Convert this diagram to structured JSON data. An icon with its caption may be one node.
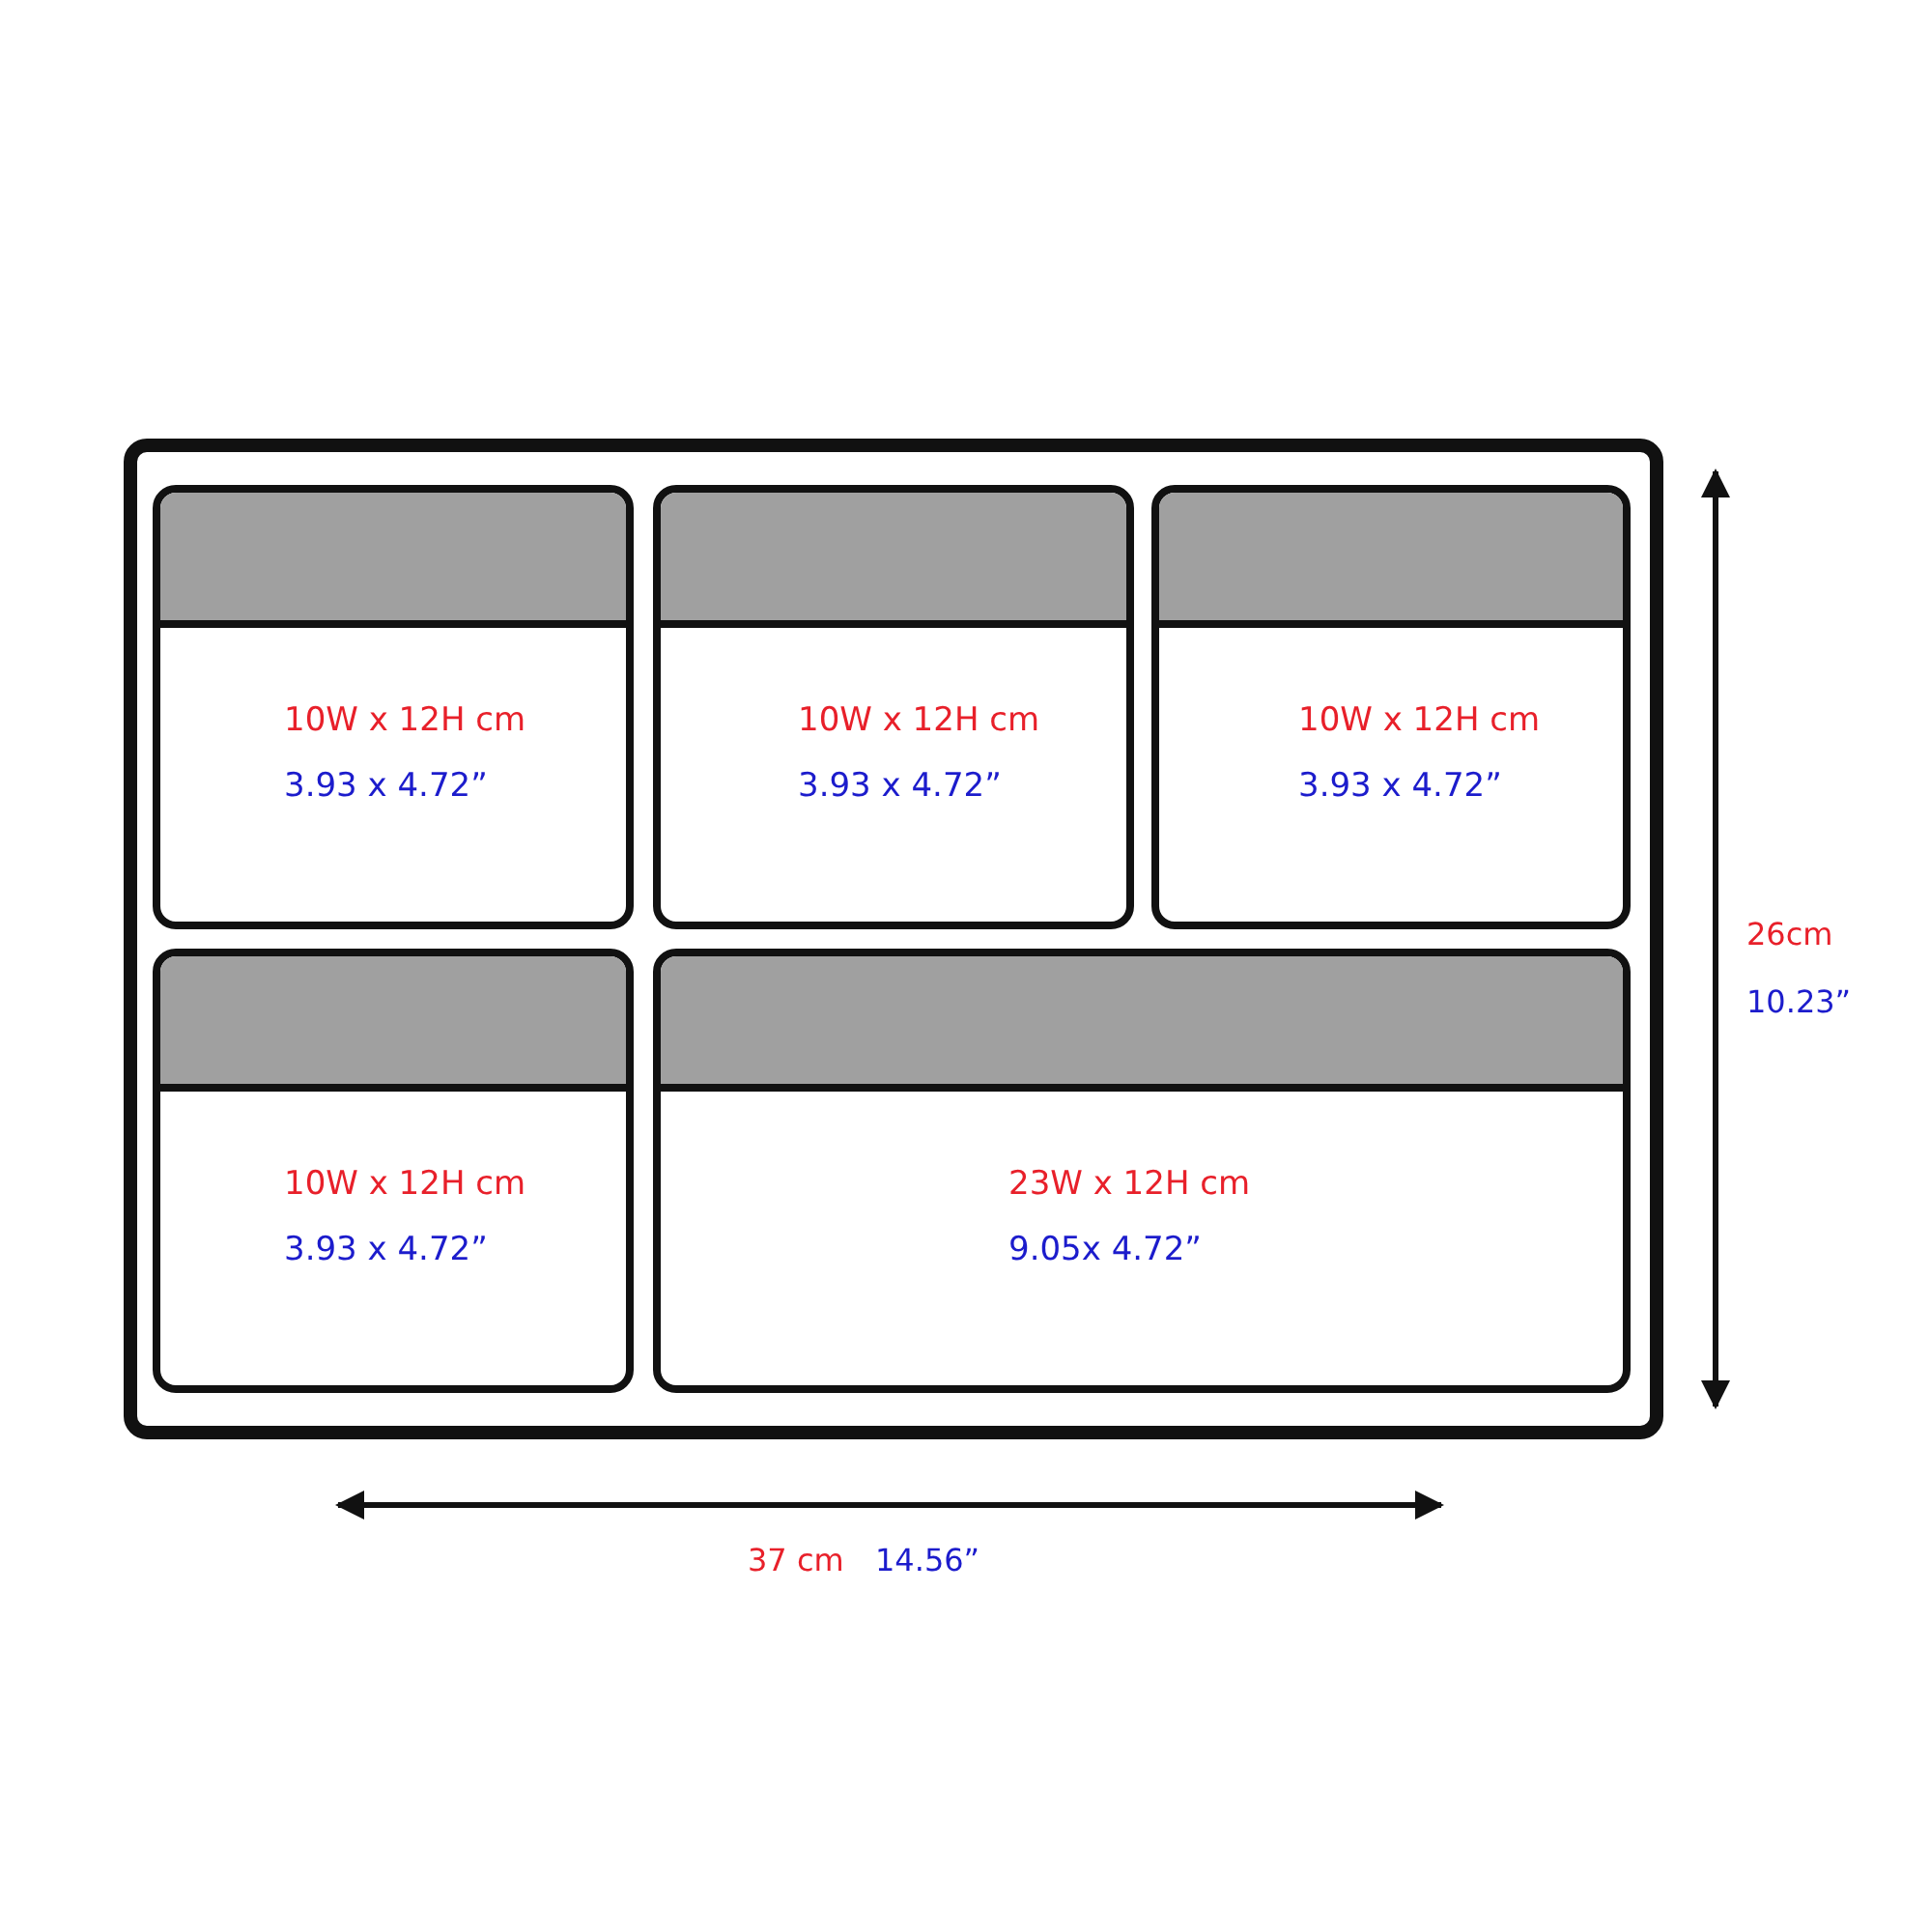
{
  "diagram": {
    "nodes": [
      {
        "text": [],
        "shape": "box"
      },
      {
        "text": [
          "10W x 12H cm",
          "3.93 x 4.72”"
        ],
        "in": 0
      },
      {
        "text": [
          "10W x 12H cm",
          "3.93 x 4.72”"
        ],
        "in": 0
      },
      {
        "text": [
          "10W x 12H cm",
          "3.93 x 4.72”"
        ],
        "in": 0
      },
      {
        "text": [
          "10W x 12H cm",
          "3.93 x 4.72”"
        ],
        "in": 0
      },
      {
        "text": [
          "23W x 12H cm",
          "9.05x 4.72”"
        ],
        "in": 0
      }
    ],
    "labels": [
      "26cm",
      "10.23”",
      "37 cm",
      "14.56”"
    ]
  }
}
